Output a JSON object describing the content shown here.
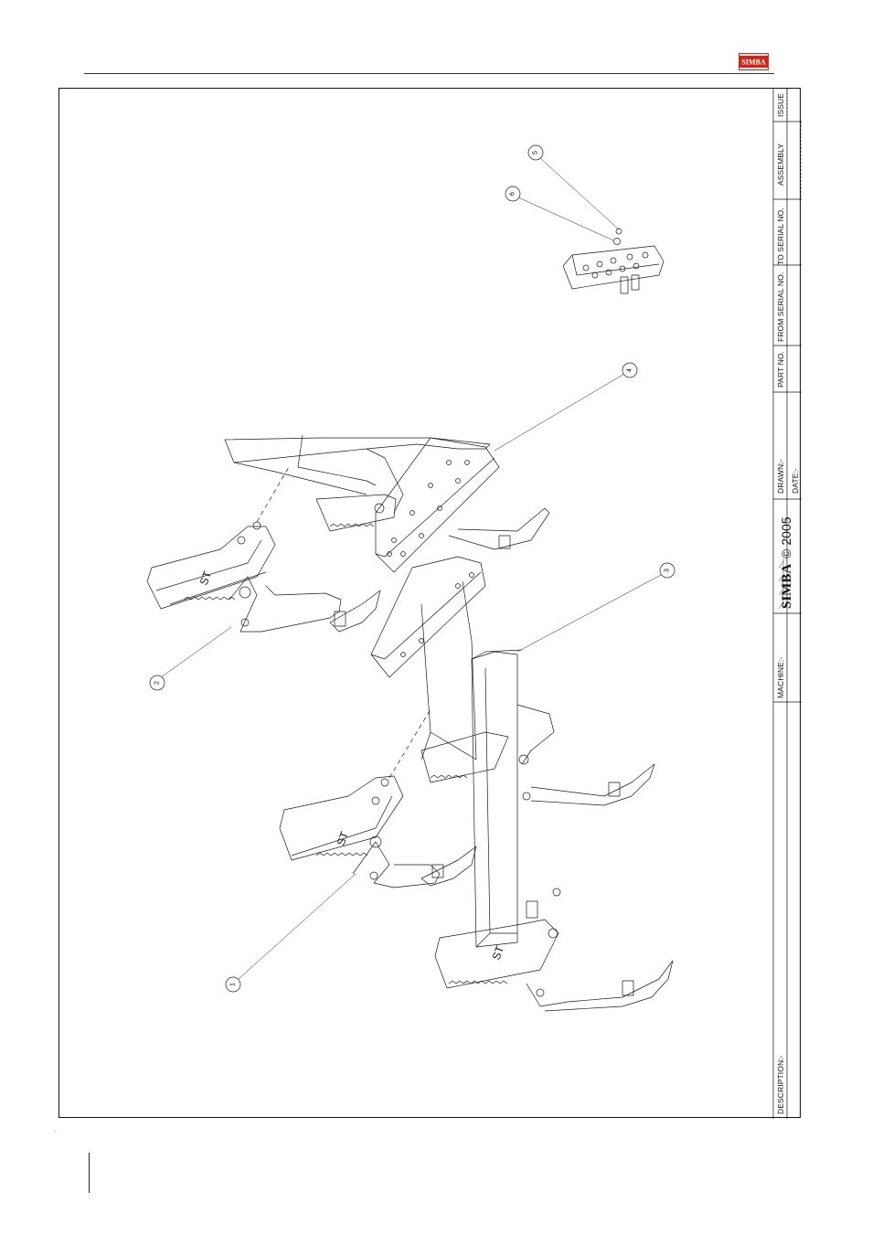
{
  "header": {
    "logo_text": "SIMBA",
    "brand_color": "#c8281e"
  },
  "title_block": {
    "issue": "ISSUE",
    "assembly": "ASSEMBLY",
    "to_serial_no": "TO SERIAL NO.",
    "from_serial_no": "FROM SERIAL NO.",
    "part_no": "PART NO.",
    "drawn": "DRAWN:-",
    "date": "DATE:-",
    "brand_name": "SIMBA",
    "copyright": "© 2005",
    "machine": "MACHINE:-",
    "description": "DESCRIPTION:-"
  },
  "callouts": [
    "1",
    "2",
    "3",
    "4",
    "5",
    "6"
  ],
  "page_number": "."
}
